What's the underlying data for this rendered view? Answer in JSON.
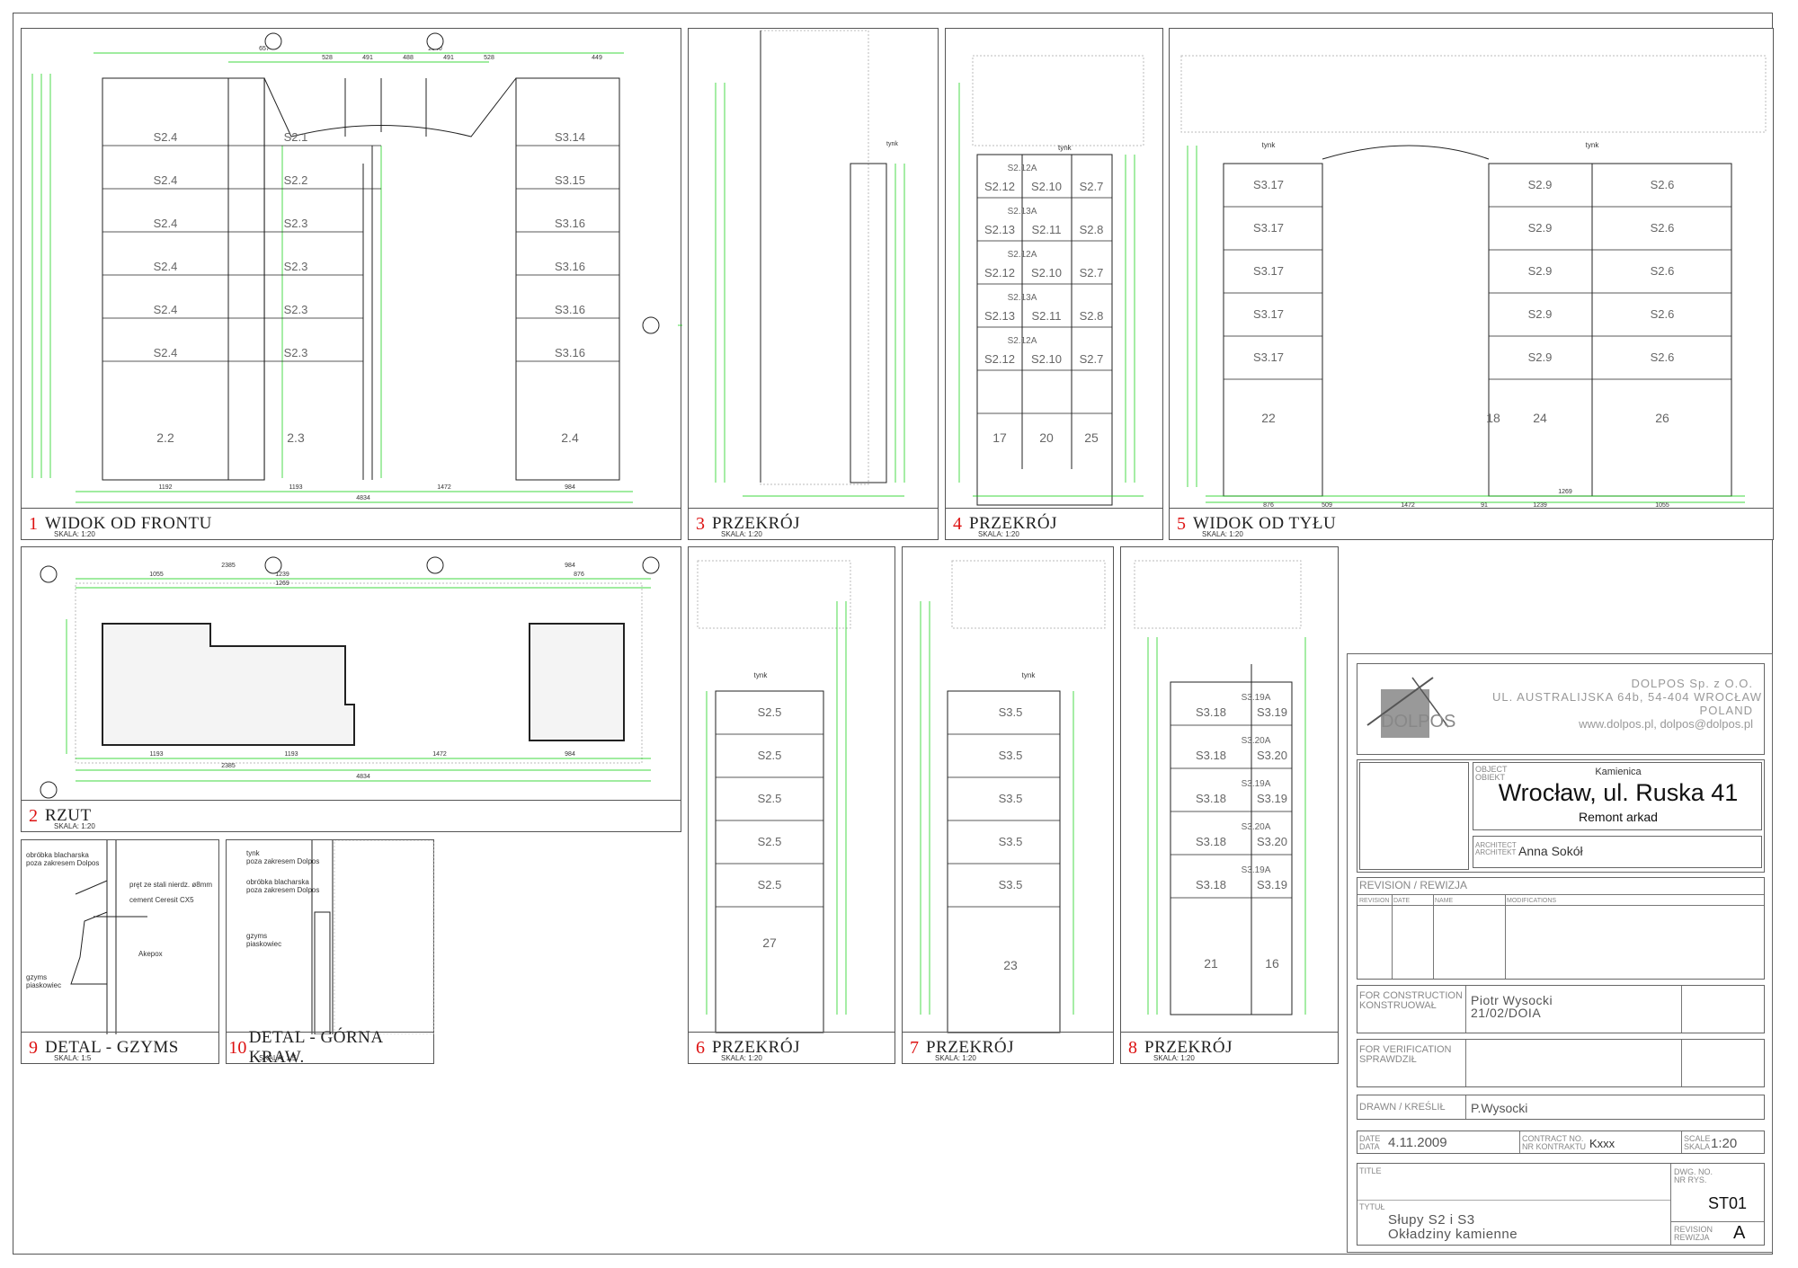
{
  "views": [
    {
      "num": "1",
      "title": "WIDOK OD FRONTU",
      "scale": "SKALA: 1:20"
    },
    {
      "num": "2",
      "title": "RZUT",
      "scale": "SKALA: 1:20"
    },
    {
      "num": "3",
      "title": "PRZEKRÓJ",
      "scale": "SKALA: 1:20"
    },
    {
      "num": "4",
      "title": "PRZEKRÓJ",
      "scale": "SKALA: 1:20"
    },
    {
      "num": "5",
      "title": "WIDOK OD TYŁU",
      "scale": "SKALA: 1:20"
    },
    {
      "num": "6",
      "title": "PRZEKRÓJ",
      "scale": "SKALA: 1:20"
    },
    {
      "num": "7",
      "title": "PRZEKRÓJ",
      "scale": "SKALA: 1:20"
    },
    {
      "num": "8",
      "title": "PRZEKRÓJ",
      "scale": "SKALA: 1:20"
    },
    {
      "num": "9",
      "title": "DETAL - GZYMS",
      "scale": "SKALA: 1:5"
    },
    {
      "num": "10",
      "title": "DETAL - GÓRNA KRAW.",
      "scale": "SKALA: 1:5"
    }
  ],
  "front_labels": {
    "left_col": [
      "S2.4",
      "S2.4",
      "S2.4",
      "S2.4",
      "S2.4",
      "S2.4"
    ],
    "mid_col": [
      "S2.1",
      "S2.2",
      "S2.3",
      "S2.3",
      "S2.3",
      "S2.3"
    ],
    "right_col": [
      "S3.14",
      "S3.15",
      "S3.16",
      "S3.16",
      "S3.16",
      "S3.16"
    ],
    "bottom": [
      "2.2",
      "2.3",
      "2.4"
    ],
    "dims_bottom": [
      "1192",
      "1193",
      "1472",
      "984",
      "4834"
    ],
    "dims_top": [
      "657",
      "528",
      "491",
      "488",
      "491",
      "528",
      "449",
      "2540"
    ]
  },
  "section4_labels": {
    "rows": [
      [
        "S2.12",
        "S2.10",
        "S2.7"
      ],
      [
        "S2.13",
        "S2.11",
        "S2.8"
      ],
      [
        "S2.12",
        "S2.10",
        "S2.7"
      ],
      [
        "S2.13",
        "S2.11",
        "S2.8"
      ],
      [
        "S2.12",
        "S2.10",
        "S2.7"
      ]
    ],
    "thin": [
      "S2.12A",
      "S2.13A",
      "S2.12A",
      "S2.13A",
      "S2.12A"
    ],
    "bottom": [
      "17",
      "20",
      "25"
    ],
    "tynk": "tynk"
  },
  "back_labels": {
    "left": [
      "S3.17",
      "S3.17",
      "S3.17",
      "S3.17",
      "S3.17"
    ],
    "mid": [
      "S2.9",
      "S2.9",
      "S2.9",
      "S2.9",
      "S2.9"
    ],
    "right": [
      "S2.6",
      "S2.6",
      "S2.6",
      "S2.6",
      "S2.6"
    ],
    "bottom": [
      "22",
      "18",
      "24",
      "26"
    ],
    "tynk": "tynk",
    "dims": [
      "876",
      "509",
      "1472",
      "91",
      "1239",
      "1055",
      "1269"
    ]
  },
  "section6_labels": {
    "rows": [
      "S2.5",
      "S2.5",
      "S2.5",
      "S2.5",
      "S2.5"
    ],
    "bottom": "27",
    "tynk": "tynk"
  },
  "section7_labels": {
    "rows": [
      "S3.5",
      "S3.5",
      "S3.5",
      "S3.5",
      "S3.5"
    ],
    "bottom": "23",
    "tynk": "tynk"
  },
  "section8_labels": {
    "left": [
      "S3.18",
      "S3.18",
      "S3.18",
      "S3.18",
      "S3.18"
    ],
    "right": [
      "S3.19",
      "S3.20",
      "S3.19",
      "S3.20",
      "S3.19"
    ],
    "thin": [
      "S3.19A",
      "S3.20A",
      "S3.19A",
      "S3.20A",
      "S3.19A"
    ],
    "bottom": [
      "21",
      "16"
    ]
  },
  "plan_dims": [
    "1055",
    "2385",
    "1239",
    "1269",
    "984",
    "876",
    "1193",
    "1193",
    "1472",
    "984",
    "2385",
    "4834"
  ],
  "detail9_notes": [
    "obróbka blacharska",
    "poza zakresem Dolpos",
    "pręt ze stali nierdz. ø8mm",
    "cement Ceresit CX5",
    "Akepox",
    "gzyms",
    "piaskowiec"
  ],
  "detail10_notes": [
    "tynk",
    "poza zakresem Dolpos",
    "obróbka blacharska",
    "poza zakresem Dolpos",
    "gzyms",
    "piaskowiec"
  ],
  "company": {
    "logo_text": "DOLPOS",
    "name": "DOLPOS Sp. z O.O.",
    "address": "UL. AUSTRALIJSKA 64b,   54-404 WROCŁAW",
    "country": "POLAND",
    "web": "www.dolpos.pl,  dolpos@dolpos.pl"
  },
  "object": {
    "label1": "OBJECT",
    "label2": "OBIEKT",
    "line1": "Kamienica",
    "line2": "Wrocław, ul. Ruska 41",
    "line3": "Remont arkad"
  },
  "architect": {
    "label1": "ARCHITECT",
    "label2": "ARCHITEKT",
    "value": "Anna Sokół"
  },
  "revision": {
    "title": "REVISION / REWIZJA",
    "cols": [
      "REVISION",
      "DATE",
      "NAME",
      "MODIFICATIONS"
    ]
  },
  "construction": {
    "label1": "FOR CONSTRUCTION",
    "label2": "KONSTRUOWAŁ",
    "value1": "Piotr Wysocki",
    "value2": "21/02/DOIA"
  },
  "verification": {
    "label1": "FOR VERIFICATION",
    "label2": "SPRAWDZIŁ"
  },
  "drawn": {
    "label": "DRAWN / KREŚLIŁ",
    "value": "P.Wysocki"
  },
  "date": {
    "label1": "DATE",
    "label2": "DATA",
    "value": "4.11.2009"
  },
  "contract": {
    "label1": "CONTRACT NO.",
    "label2": "NR KONTRAKTU",
    "value": "Kxxx"
  },
  "scale": {
    "label1": "SCALE",
    "label2": "SKALA",
    "value": "1:20"
  },
  "title_block": {
    "label1": "TITLE",
    "label2": "TYTUŁ",
    "line1": "Słupy S2 i S3",
    "line2": "Okładziny kamienne"
  },
  "dwg": {
    "label1": "DWG. NO.",
    "label2": "NR RYS.",
    "value": "ST01"
  },
  "rev": {
    "label1": "REVISION",
    "label2": "REWIZJA",
    "value": "A"
  }
}
